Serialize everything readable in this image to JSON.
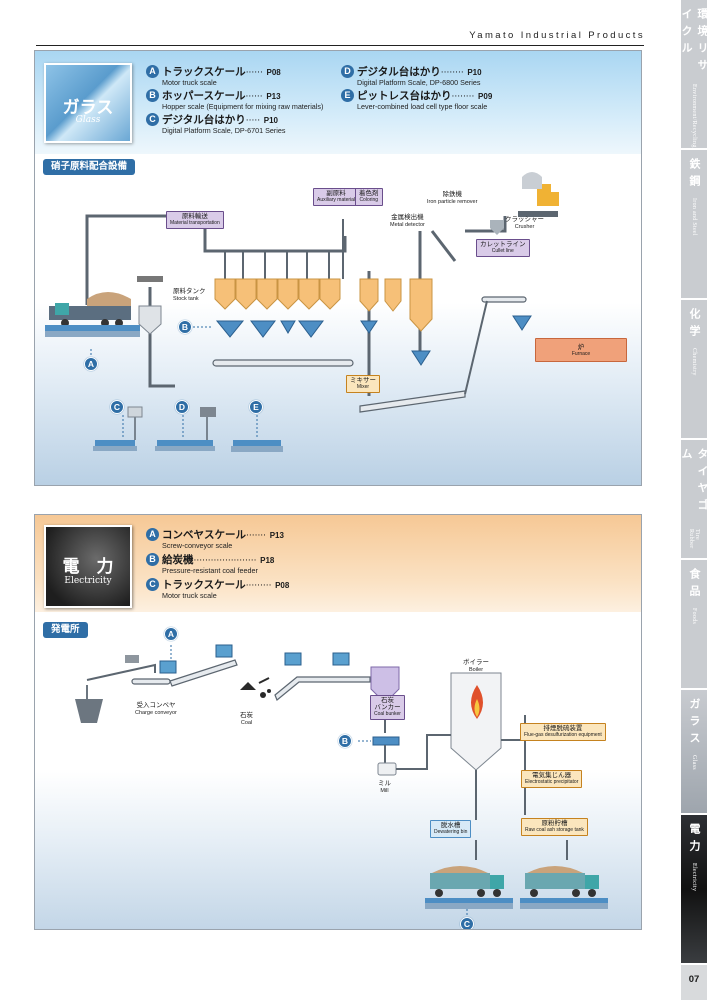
{
  "header": {
    "brand": "Yamato Industrial Products"
  },
  "sidebar": {
    "tabs": [
      {
        "jp": "環境リサイクル",
        "en": "Environment/Recycling"
      },
      {
        "jp": "鉄鋼",
        "en": "Iron and Steel"
      },
      {
        "jp": "化学",
        "en": "Chemistry"
      },
      {
        "jp": "タイヤゴム",
        "en": "Tire Rubber"
      },
      {
        "jp": "食品",
        "en": "Foods"
      },
      {
        "jp": "ガラス",
        "en": "Glass"
      },
      {
        "jp": "電力",
        "en": "Electricity"
      }
    ]
  },
  "page_number": "07",
  "glass": {
    "icon_jp": "ガラス",
    "icon_en": "Glass",
    "products": [
      {
        "mark": "A",
        "name": "トラックスケール",
        "dots": "······",
        "page": "P08",
        "en": "Motor truck scale"
      },
      {
        "mark": "B",
        "name": "ホッパースケール",
        "dots": "······",
        "page": "P13",
        "en": "Hopper scale (Equipment for mixing raw materials)"
      },
      {
        "mark": "C",
        "name": "デジタル台はかり",
        "dots": "·····",
        "page": "P10",
        "en": "Digital Platform Scale, DP-6701 Series"
      },
      {
        "mark": "D",
        "name": "デジタル台はかり",
        "dots": "········",
        "page": "P10",
        "en": "Digital Platform Scale, DP-6800 Series"
      },
      {
        "mark": "E",
        "name": "ピットレス台はかり",
        "dots": "········",
        "page": "P09",
        "en": "Lever-combined load cell type floor scale"
      }
    ],
    "section": "硝子原料配合設備",
    "labels": {
      "transport_jp": "原料輸送",
      "transport_en": "Material transportation",
      "aux_jp": "副原料",
      "aux_en": "Auxiliary material",
      "color_jp": "着色剤",
      "color_en": "Coloring",
      "iron_jp": "除鉄機",
      "iron_en": "Iron particle remover",
      "metal_jp": "金属検出機",
      "metal_en": "Metal detector",
      "crusher_jp": "クラッシャー",
      "crusher_en": "Crusher",
      "cullet_jp": "カレットライン",
      "cullet_en": "Cullet line",
      "stock_jp": "原料タンク",
      "stock_en": "Stock tank",
      "mixer_jp": "ミキサー",
      "mixer_en": "Mixer",
      "furnace_jp": "炉",
      "furnace_en": "Furnace"
    },
    "marks": [
      "A",
      "B",
      "C",
      "D",
      "E"
    ]
  },
  "electricity": {
    "icon_jp": "電　力",
    "icon_en": "Electricity",
    "products": [
      {
        "mark": "A",
        "name": "コンベヤスケール",
        "dots": "·······",
        "page": "P13",
        "en": "Screw-conveyor scale"
      },
      {
        "mark": "B",
        "name": "給炭機",
        "dots": "······················",
        "page": "P18",
        "en": "Pressure-resistant coal feeder"
      },
      {
        "mark": "C",
        "name": "トラックスケール",
        "dots": "·········",
        "page": "P08",
        "en": "Motor truck scale"
      }
    ],
    "section": "発電所",
    "labels": {
      "charge_jp": "受入コンベヤ",
      "charge_en": "Charge conveyor",
      "coal_jp": "石炭",
      "coal_en": "Coal",
      "bunker_jp": "石炭\nバンカー",
      "bunker_en": "Coal bunker",
      "mill_jp": "ミル",
      "mill_en": "Mill",
      "boiler_jp": "ボイラー",
      "boiler_en": "Boiler",
      "fgd_jp": "排煙脱硫装置",
      "fgd_en": "Flue-gas desulfurization equipment",
      "esp_jp": "電気集じん器",
      "esp_en": "Electrostatic precipitator",
      "ash_jp": "原粉貯槽",
      "ash_en": "Raw coal ash storage tank",
      "dewater_jp": "脱水槽",
      "dewater_en": "Dewatering bin"
    },
    "marks": [
      "A",
      "B",
      "C"
    ]
  },
  "colors": {
    "accent": "#2f6ea6",
    "tag_purple": "#d9cbe8",
    "tag_orange": "#fbe6bd",
    "furnace": "#f0a17a"
  }
}
